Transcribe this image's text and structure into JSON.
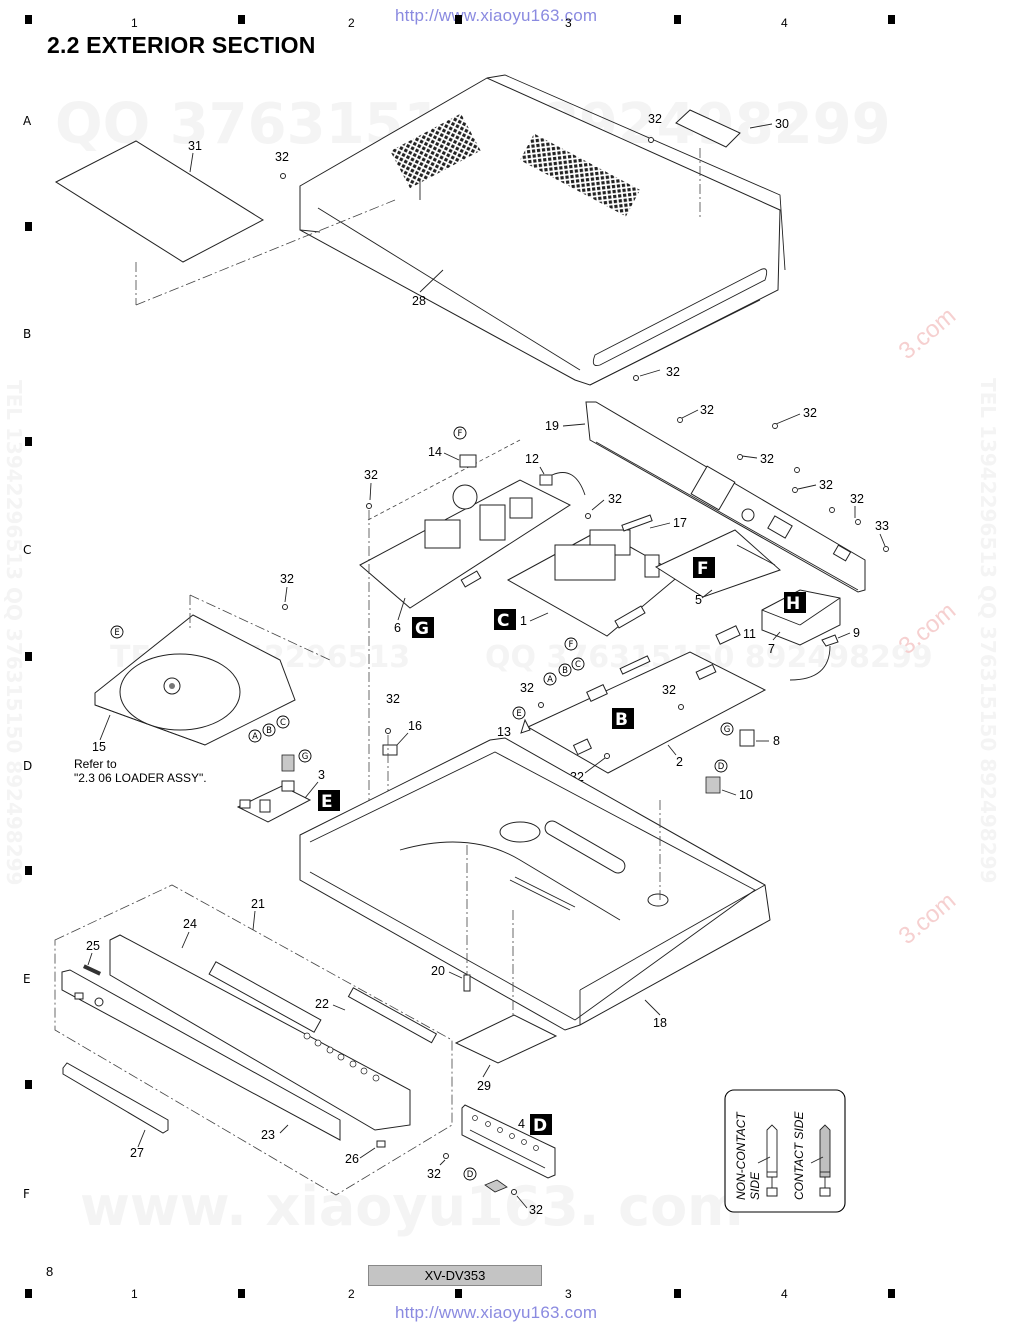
{
  "watermarks": {
    "top_url": "http://www.xiaoyu163.com",
    "bottom_url": "http://www.xiaoyu163.com",
    "qq_top": "QQ 376315150    892498299",
    "tel_mid": "TEL 13942296513",
    "qq_mid": "QQ 376315150  892498299",
    "side_vertical": "TEL 13942296513  QQ 376315150  892498299",
    "bottom_big": "www. xiaoyu163. com",
    "red_stamp": "3.com"
  },
  "header": {
    "title": "2.2  EXTERIOR SECTION"
  },
  "grid": {
    "columns": [
      "1",
      "2",
      "3",
      "4"
    ],
    "rows": [
      "A",
      "B",
      "C",
      "D",
      "E",
      "F"
    ]
  },
  "footer": {
    "page_number": "8",
    "model": "XV-DV353"
  },
  "diagram": {
    "part_labels": {
      "p1": "1",
      "p2": "2",
      "p3": "3",
      "p4": "4",
      "p5": "5",
      "p6": "6",
      "p7": "7",
      "p8": "8",
      "p9": "9",
      "p10": "10",
      "p11": "11",
      "p12": "12",
      "p13": "13",
      "p14": "14",
      "p15": "15",
      "p16": "16",
      "p17": "17",
      "p18": "18",
      "p19": "19",
      "p20": "20",
      "p21": "21",
      "p22": "22",
      "p23": "23",
      "p24": "24",
      "p25": "25",
      "p26": "26",
      "p27": "27",
      "p28": "28",
      "p29": "29",
      "p30": "30",
      "p31": "31",
      "p33": "33",
      "screw": "32"
    },
    "board_labels": {
      "B": "B",
      "C": "C",
      "D": "D",
      "E": "E",
      "F": "F",
      "G": "G",
      "H": "H"
    },
    "connector_marks": {
      "A": "A",
      "B": "B",
      "C": "C",
      "D": "D",
      "E": "E",
      "F": "F",
      "G": "G"
    },
    "loader_note_line1": "Refer to",
    "loader_note_line2": "\"2.3  06 LOADER ASSY\".",
    "legend": {
      "non_contact_line1": "NON-CONTACT",
      "non_contact_line2": "SIDE",
      "contact": "CONTACT SIDE"
    }
  }
}
